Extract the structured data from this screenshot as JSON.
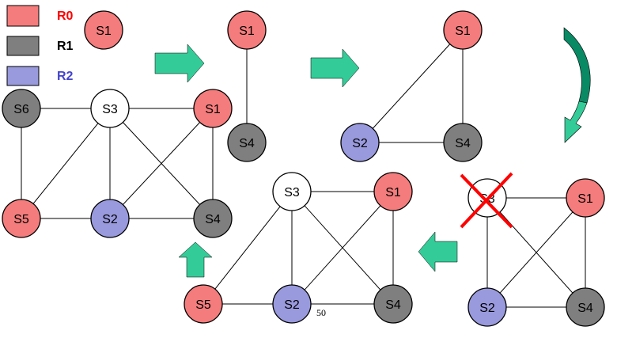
{
  "colors": {
    "R0": "#f47c7c",
    "R1": "#7f7f7f",
    "R2": "#9999dd",
    "uncolored": "#ffffff",
    "arrow": "#33cc99",
    "curved_arrow_dark": "#0a8a64",
    "cross": "#ff0000"
  },
  "legend": [
    {
      "label": "R0",
      "color_key": "R0",
      "text_color": "#ff0000"
    },
    {
      "label": "R1",
      "color_key": "R1",
      "text_color": "#000000"
    },
    {
      "label": "R2",
      "color_key": "R2",
      "text_color": "#4444cc"
    }
  ],
  "nodes": {
    "S1": "S1",
    "S2": "S2",
    "S3": "S3",
    "S4": "S4",
    "S5": "S5",
    "S6": "S6"
  },
  "page_number": "50"
}
